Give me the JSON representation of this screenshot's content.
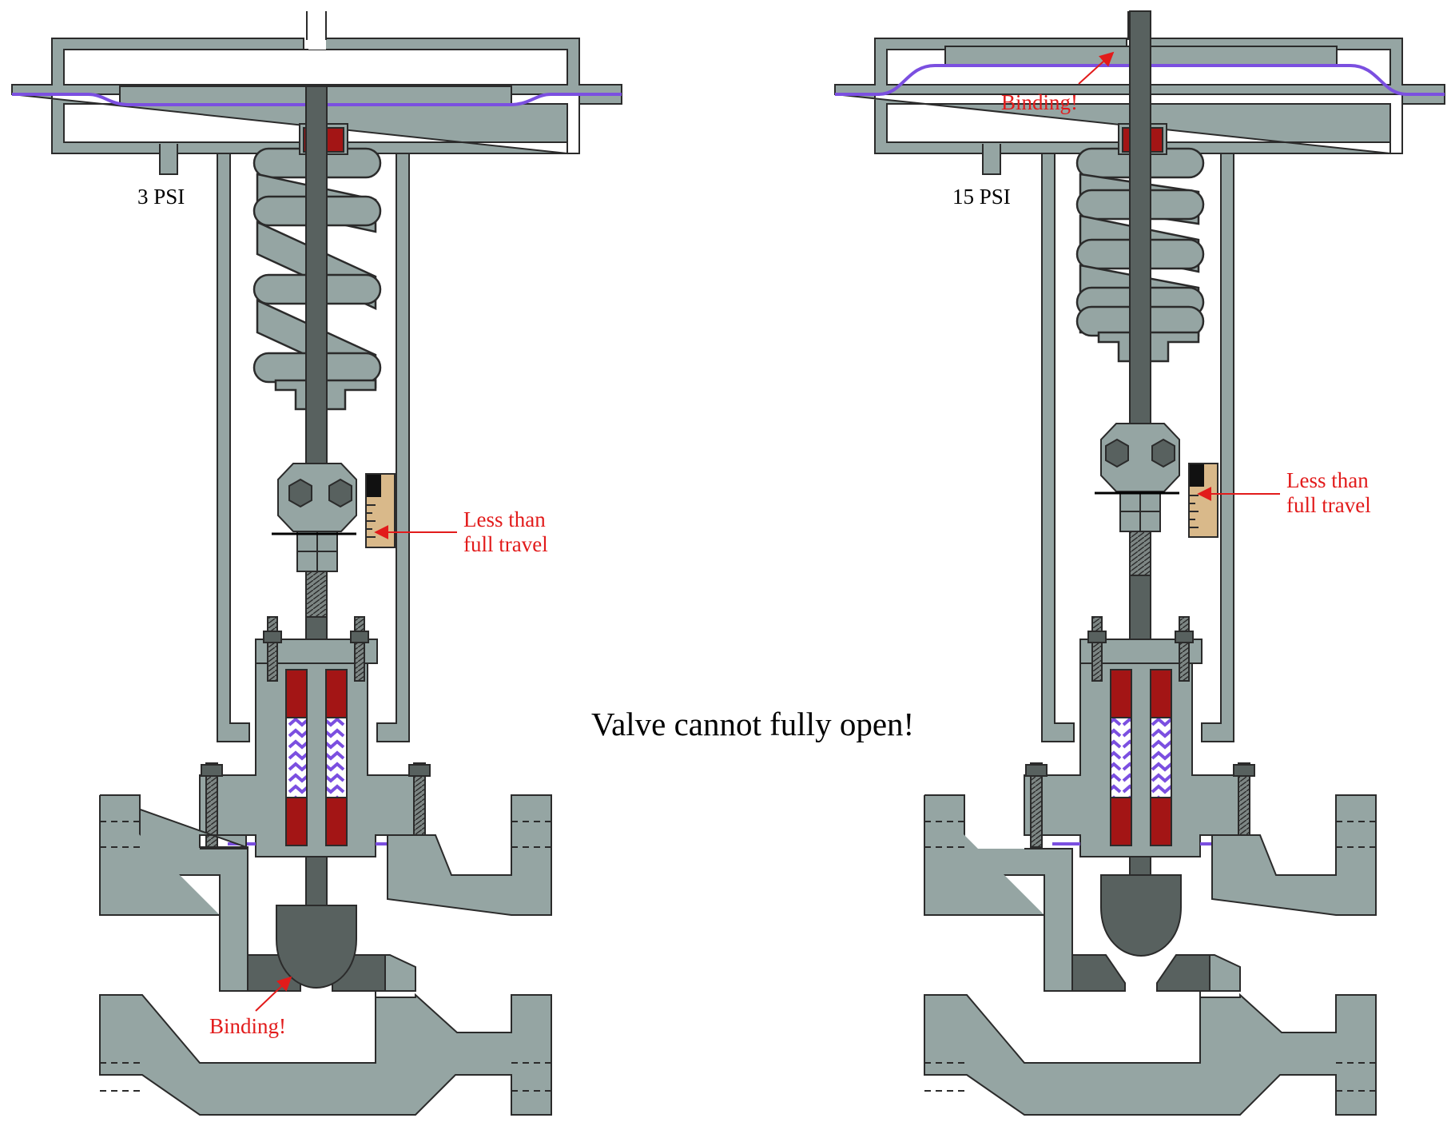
{
  "center_text": "Valve cannot fully open!",
  "left_valve": {
    "pressure": "3 PSI",
    "indicator_line1": "Less than",
    "indicator_line2": "full travel",
    "binding": "Binding!"
  },
  "right_valve": {
    "pressure": "15 PSI",
    "indicator_line1": "Less than",
    "indicator_line2": "full travel",
    "binding": "Binding!"
  },
  "colors": {
    "metal": "#95a5a3",
    "outline": "#2b2b2b",
    "stem": "#58615f",
    "packing": "#a31515",
    "diaphragm": "#7b4fe0",
    "scale": "#d9b98a",
    "annotation": "#e21b1b"
  }
}
